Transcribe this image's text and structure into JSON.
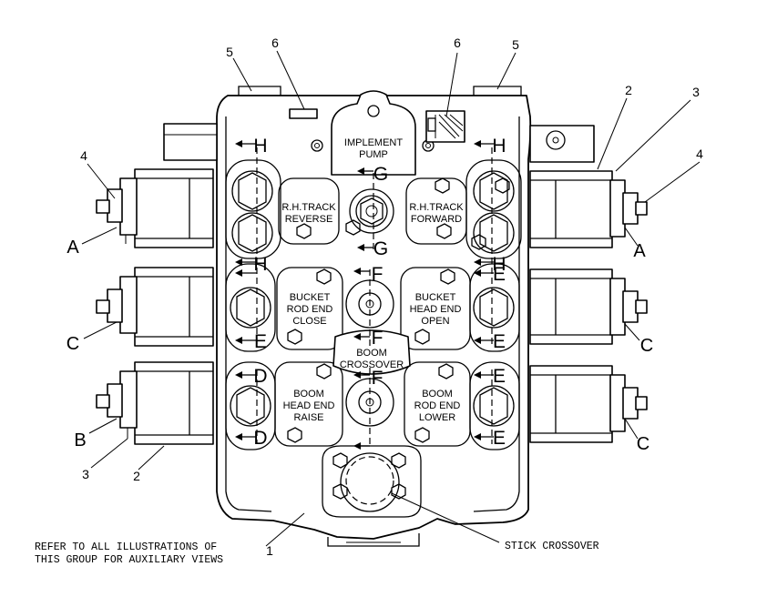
{
  "title": "",
  "valve_labels": {
    "implement_pump": [
      "IMPLEMENT",
      "PUMP"
    ],
    "rh_track_reverse": [
      "R.H.TRACK",
      "REVERSE"
    ],
    "rh_track_forward": [
      "R.H.TRACK",
      "FORWARD"
    ],
    "bucket_rod_end_close": [
      "BUCKET",
      "ROD END",
      "CLOSE"
    ],
    "bucket_head_end_open": [
      "BUCKET",
      "HEAD END",
      "OPEN"
    ],
    "boom_crossover": [
      "BOOM",
      "CROSSOVER"
    ],
    "boom_head_end_raise": [
      "BOOM",
      "HEAD END",
      "RAISE"
    ],
    "boom_rod_end_lower": [
      "BOOM",
      "ROD END",
      "LOWER"
    ]
  },
  "section_letters": {
    "h": "H",
    "g": "G",
    "f": "F",
    "e": "E",
    "d": "D"
  },
  "port_letters": {
    "a": "A",
    "b": "B",
    "c": "C"
  },
  "callouts": {
    "n1": "1",
    "n2": "2",
    "n3": "3",
    "n4": "4",
    "n5": "5",
    "n6": "6"
  },
  "stick_crossover": "STICK CROSSOVER",
  "note": [
    "REFER TO ALL ILLUSTRATIONS OF",
    "THIS GROUP FOR AUXILIARY VIEWS"
  ]
}
